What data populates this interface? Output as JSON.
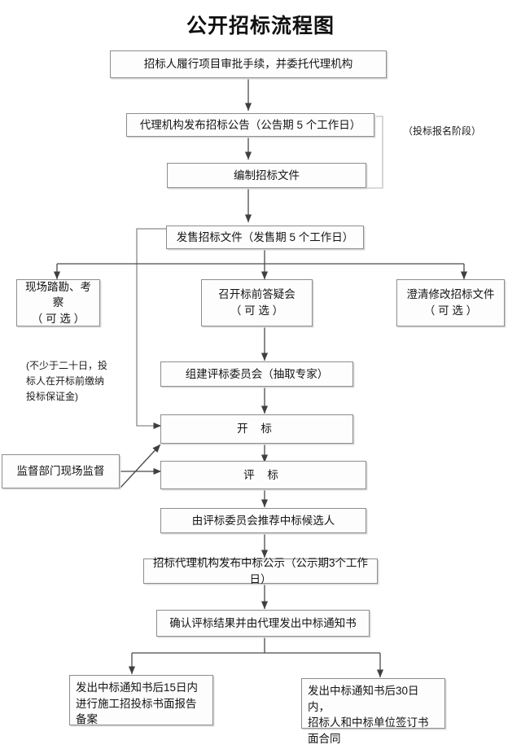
{
  "diagram": {
    "title": "公开招标流程图",
    "nodes": [
      {
        "id": "n1",
        "label": "招标人履行项目审批手续，并委托代理机构"
      },
      {
        "id": "n2",
        "label": "代理机构发布招标公告（公告期 5 个工作日）"
      },
      {
        "id": "n3",
        "label": "编制招标文件"
      },
      {
        "id": "n4",
        "label": "发售招标文件（发售期 5 个工作日）"
      },
      {
        "id": "n5a",
        "line1": "现场踏勘、考察",
        "line2": "（ 可  选 ）"
      },
      {
        "id": "n5b",
        "line1": "召开标前答疑会",
        "line2": "（ 可  选 ）"
      },
      {
        "id": "n5c",
        "line1": "澄清修改招标文件",
        "line2": "（ 可  选 ）"
      },
      {
        "id": "n6",
        "label": "组建评标委员会（抽取专家）"
      },
      {
        "id": "n7",
        "label": "开    标"
      },
      {
        "id": "n8",
        "label": "监督部门现场监督"
      },
      {
        "id": "n9",
        "label": "评    标"
      },
      {
        "id": "n10",
        "label": "由评标委员会推荐中标候选人"
      },
      {
        "id": "n11",
        "label": "招标代理机构发布中标公示（公示期3个工作日）"
      },
      {
        "id": "n12",
        "label": "确认评标结果并由代理发出中标通知书"
      },
      {
        "id": "n13",
        "line1": "发出中标通知书后15日内",
        "line2": "进行施工招投标书面报告",
        "line3": "备案"
      },
      {
        "id": "n14",
        "line1": "发出中标通知书后30日内，",
        "line2": "招标人和中标单位签订书",
        "line3": "面合同"
      }
    ],
    "annotations": [
      {
        "id": "a1",
        "text": "（投标报名阶段）"
      },
      {
        "id": "a2",
        "line1": "(不少于二十日，投",
        "line2": "标人在开标前缴纳",
        "line3": "投标保证金)"
      }
    ],
    "colors": {
      "border": "#8d8d8d",
      "shadow": "#d9d9d9",
      "line": "#4a4a4a",
      "background": "#ffffff",
      "text": "#141414"
    }
  }
}
